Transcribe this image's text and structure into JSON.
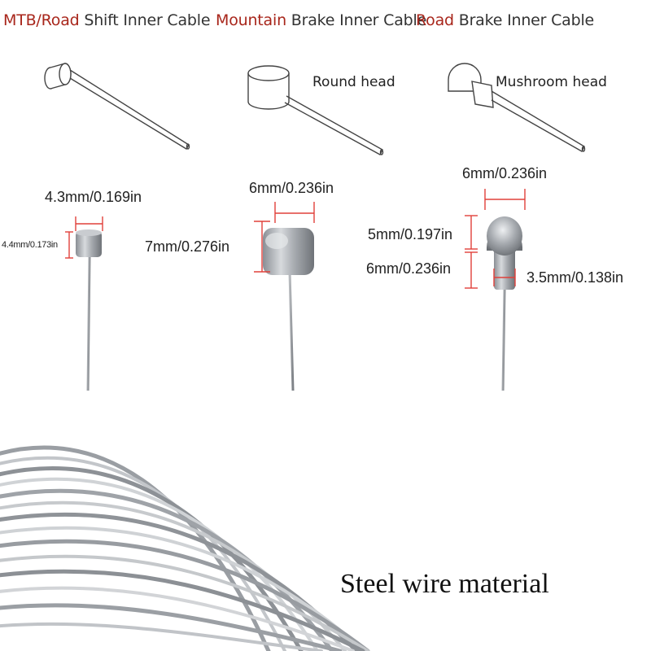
{
  "titles": {
    "shift": {
      "highlight": "MTB/Road",
      "rest": " Shift Inner Cable"
    },
    "mountain": {
      "highlight": "Mountain",
      "rest": " Brake Inner Cable"
    },
    "road": {
      "highlight": "Road",
      "rest": " Brake Inner Cable"
    }
  },
  "heads": {
    "round": "Round head",
    "mushroom": "Mushroom head"
  },
  "dimensions": {
    "shift_width": "4.3mm/0.169in",
    "shift_height": "4.4mm/0.173in",
    "round_width": "6mm/0.236in",
    "round_height": "7mm/0.276in",
    "mush_width": "6mm/0.236in",
    "mush_cap_height": "5mm/0.197in",
    "mush_neck_height": "6mm/0.236in",
    "mush_neck_width": "3.5mm/0.138in"
  },
  "caption": "Steel wire material",
  "colors": {
    "accent": "#a8261b",
    "dimension": "#e0403a",
    "text": "#222222"
  }
}
